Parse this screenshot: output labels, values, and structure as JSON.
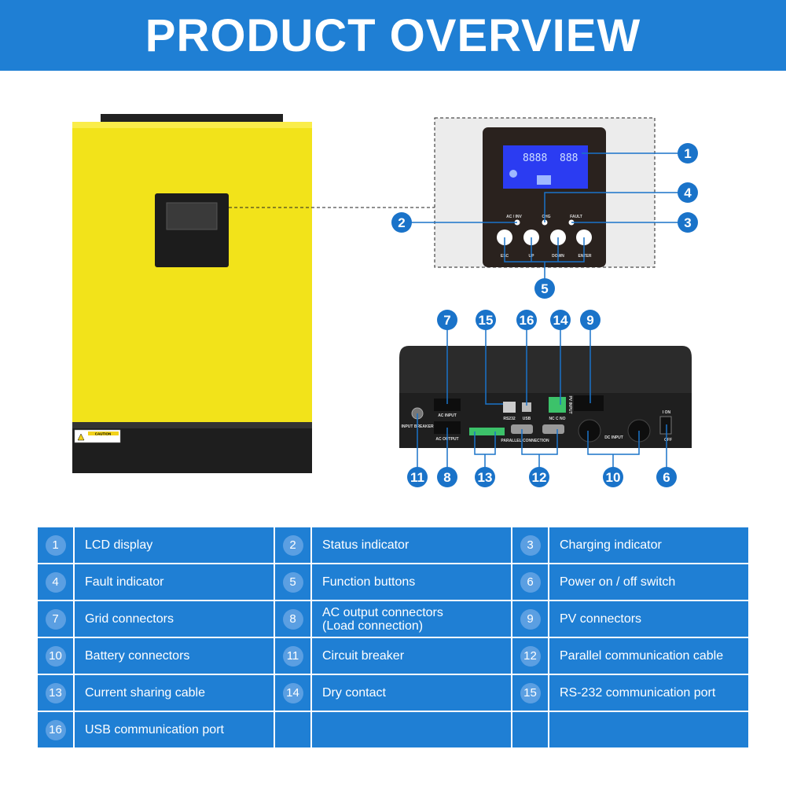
{
  "header": {
    "title": "PRODUCT OVERVIEW"
  },
  "colors": {
    "brand_blue": "#1f7fd4",
    "callout_blue": "#1a73c9",
    "inverter_yellow": "#f2e31a",
    "panel_dark": "#2a221e",
    "lcd_blue": "#2b3cf2"
  },
  "front": {
    "caution_label": "CAUTION"
  },
  "panel": {
    "indicators": [
      "AC / INV",
      "CHG",
      "FAULT"
    ],
    "buttons": [
      "ESC",
      "UP",
      "DOWN",
      "ENTER"
    ]
  },
  "rear": {
    "labels": {
      "ac_input": "AC INPUT",
      "ac_output": "AC OUTPUT",
      "input_breaker": "INPUT BREAKER",
      "rs232": "RS232",
      "usb": "USB",
      "dry": "NC C NO",
      "pv": "PV INPUT",
      "parallel": "PARALLEL CONNECTION",
      "dc_input": "DC INPUT",
      "on": "I ON",
      "off": "OFF"
    }
  },
  "callouts": [
    "1",
    "2",
    "3",
    "4",
    "5",
    "6",
    "7",
    "8",
    "9",
    "10",
    "11",
    "12",
    "13",
    "14",
    "15",
    "16"
  ],
  "legend": [
    [
      {
        "n": "1",
        "t": "LCD display"
      },
      {
        "n": "2",
        "t": "Status indicator"
      },
      {
        "n": "3",
        "t": "Charging indicator"
      }
    ],
    [
      {
        "n": "4",
        "t": "Fault indicator"
      },
      {
        "n": "5",
        "t": "Function buttons"
      },
      {
        "n": "6",
        "t": "Power on / off switch"
      }
    ],
    [
      {
        "n": "7",
        "t": "Grid connectors"
      },
      {
        "n": "8",
        "t": "AC output connectors\n(Load connection)"
      },
      {
        "n": "9",
        "t": "PV connectors"
      }
    ],
    [
      {
        "n": "10",
        "t": "Battery connectors"
      },
      {
        "n": "11",
        "t": " Circuit breaker"
      },
      {
        "n": "12",
        "t": "Parallel communication cable"
      }
    ],
    [
      {
        "n": "13",
        "t": "Current sharing cable"
      },
      {
        "n": "14",
        "t": "Dry contact"
      },
      {
        "n": "15",
        "t": "RS-232 communication port"
      }
    ],
    [
      {
        "n": "16",
        "t": " USB communication port"
      },
      {
        "n": "",
        "t": ""
      },
      {
        "n": "",
        "t": ""
      }
    ]
  ]
}
